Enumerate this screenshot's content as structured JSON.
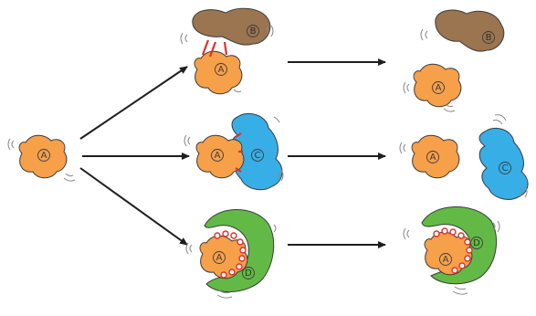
{
  "labels": {
    "a": "A",
    "b": "B",
    "c": "C",
    "d": "D"
  },
  "colors": {
    "protein_a": "#f7a04a",
    "protein_b": "#9a7550",
    "protein_c": "#38aee6",
    "protein_d": "#63b946",
    "bond": "#e0302a",
    "outline": "#3b3b3b",
    "arrow": "#1e1e1e",
    "motion_marks": "#8a8a8a"
  },
  "pathways": [
    {
      "partner": "B",
      "interaction": "weak binding, few bonds",
      "outcome": "dissociated"
    },
    {
      "partner": "C",
      "interaction": "moderate binding",
      "outcome": "dissociated"
    },
    {
      "partner": "D",
      "interaction": "many bonds, strong binding",
      "outcome": "stable complex"
    }
  ]
}
